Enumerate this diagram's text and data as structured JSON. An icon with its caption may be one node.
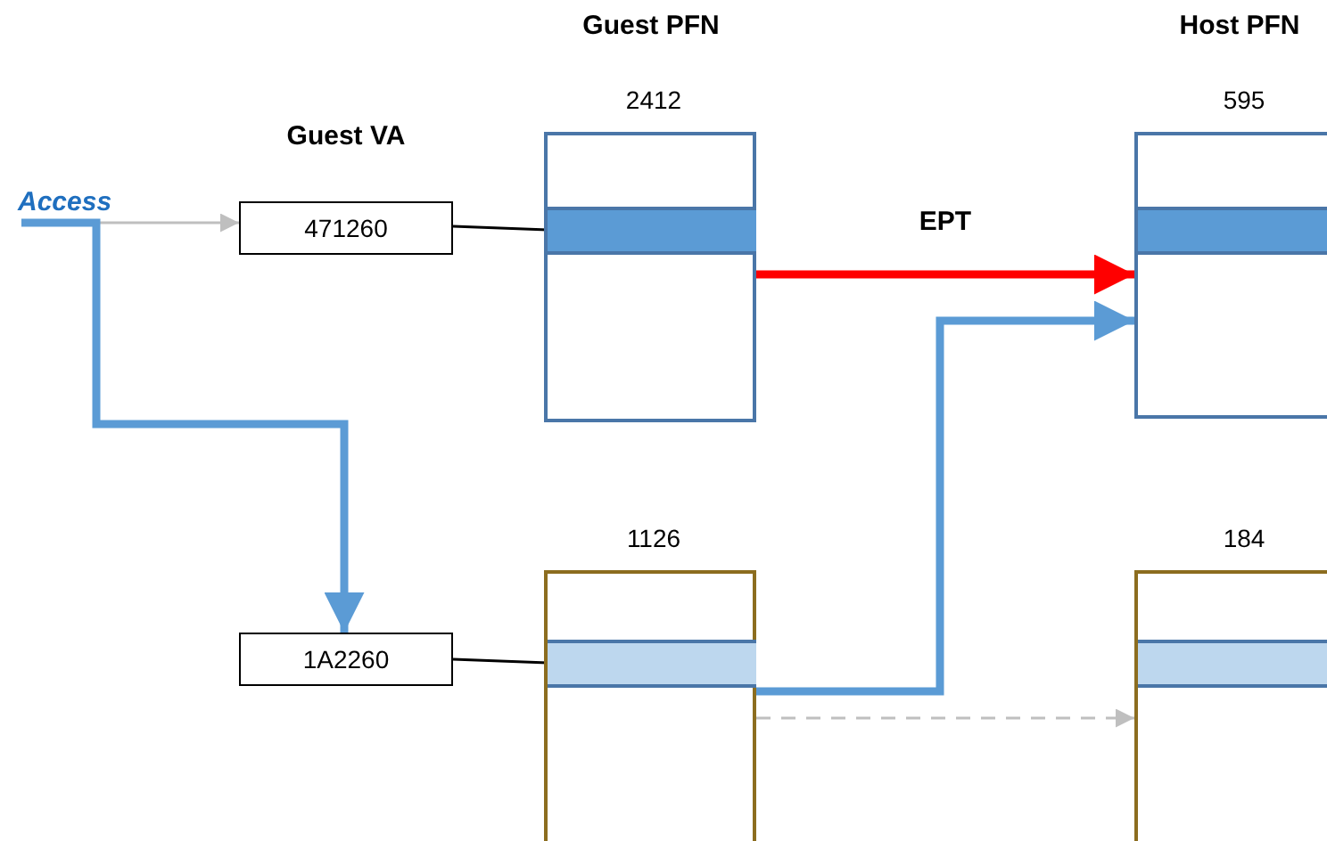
{
  "diagram": {
    "nodes": [
      {
        "text": [
          "Access"
        ]
      },
      {
        "text": [
          "471260"
        ]
      },
      {
        "text": [
          "1A2260"
        ]
      },
      {
        "text": [],
        "shape": "box",
        "beside": [
          "2412"
        ]
      },
      {
        "text": [],
        "shape": "bar",
        "in": 3
      },
      {
        "text": [],
        "shape": "box",
        "beside": [
          "1126"
        ]
      },
      {
        "text": [],
        "shape": "bar",
        "in": 5
      },
      {
        "text": [],
        "shape": "box",
        "beside": [
          "595"
        ]
      },
      {
        "text": [],
        "shape": "bar",
        "in": 7
      },
      {
        "text": [],
        "shape": "box",
        "beside": [
          "184"
        ]
      },
      {
        "text": [],
        "shape": "bar",
        "in": 9
      }
    ],
    "edges": [
      {
        "from": 0,
        "to": 1,
        "arrow": "to",
        "color": "#bfbfbf"
      },
      {
        "from": 0,
        "to": 2,
        "arrow": "to",
        "style": "thick",
        "color": "#5b9bd5"
      },
      {
        "from": 1,
        "to": 4,
        "arrow": "none",
        "color": "#000000"
      },
      {
        "from": 2,
        "to": 6,
        "arrow": "none",
        "color": "#000000"
      },
      {
        "from": 3,
        "to": 7,
        "arrow": "to",
        "label": "EPT",
        "style": "thick",
        "color": "#ff0000"
      },
      {
        "from": 5,
        "to": 7,
        "arrow": "to",
        "style": "thick",
        "color": "#5b9bd5"
      },
      {
        "from": 5,
        "to": 9,
        "arrow": "to",
        "style": "dashed",
        "color": "#bfbfbf"
      }
    ],
    "labels": [
      "Guest PFN",
      "Host PFN",
      "Guest VA"
    ]
  }
}
